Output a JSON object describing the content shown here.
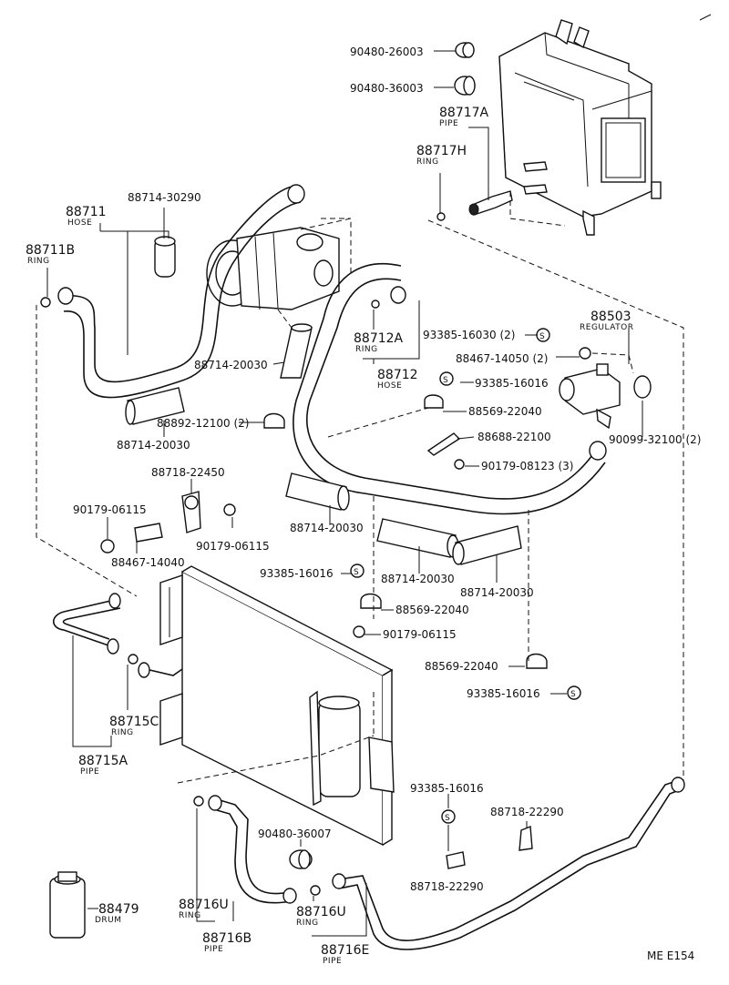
{
  "diagram": {
    "footer_code": "ME  E154",
    "parts": [
      {
        "id": "p90480_26003",
        "number": "90480-26003"
      },
      {
        "id": "p90480_36003",
        "number": "90480-36003"
      },
      {
        "id": "p88717A",
        "number": "88717A",
        "desc": "PIPE"
      },
      {
        "id": "p88717H",
        "number": "88717H",
        "desc": "RING"
      },
      {
        "id": "p88711",
        "number": "88711",
        "desc": "HOSE"
      },
      {
        "id": "p88714_30290",
        "number": "88714-30290"
      },
      {
        "id": "p88711B",
        "number": "88711B",
        "desc": "RING"
      },
      {
        "id": "p88712A",
        "number": "88712A",
        "desc": "RING"
      },
      {
        "id": "p88712",
        "number": "88712",
        "desc": "HOSE"
      },
      {
        "id": "p88714_20030_a",
        "number": "88714-20030"
      },
      {
        "id": "p88714_20030_b",
        "number": "88714-20030"
      },
      {
        "id": "p88892_12100",
        "number": "88892-12100 (2)"
      },
      {
        "id": "p88503",
        "number": "88503",
        "desc": "REGULATOR"
      },
      {
        "id": "p93385_16030",
        "number": "93385-16030 (2)"
      },
      {
        "id": "p88467_14050",
        "number": "88467-14050 (2)"
      },
      {
        "id": "p93385_16016_a",
        "number": "93385-16016"
      },
      {
        "id": "p88569_22040_a",
        "number": "88569-22040"
      },
      {
        "id": "p88688_22100",
        "number": "88688-22100"
      },
      {
        "id": "p90099_32100",
        "number": "90099-32100 (2)"
      },
      {
        "id": "p90179_08123",
        "number": "90179-08123 (3)"
      },
      {
        "id": "p88718_22450",
        "number": "88718-22450"
      },
      {
        "id": "p90179_06115_a",
        "number": "90179-06115"
      },
      {
        "id": "p90179_06115_b",
        "number": "90179-06115"
      },
      {
        "id": "p88467_14040",
        "number": "88467-14040"
      },
      {
        "id": "p88714_20030_c",
        "number": "88714-20030"
      },
      {
        "id": "p93385_16016_b",
        "number": "93385-16016"
      },
      {
        "id": "p88714_20030_d",
        "number": "88714-20030"
      },
      {
        "id": "p88714_20030_e",
        "number": "88714-20030"
      },
      {
        "id": "p88569_22040_b",
        "number": "88569-22040"
      },
      {
        "id": "p90179_06115_c",
        "number": "90179-06115"
      },
      {
        "id": "p88569_22040_c",
        "number": "88569-22040"
      },
      {
        "id": "p93385_16016_c",
        "number": "93385-16016"
      },
      {
        "id": "p88715C",
        "number": "88715C",
        "desc": "RING"
      },
      {
        "id": "p88715A",
        "number": "88715A",
        "desc": "PIPE"
      },
      {
        "id": "p93385_16016_d",
        "number": "93385-16016"
      },
      {
        "id": "p88718_22290_a",
        "number": "88718-22290"
      },
      {
        "id": "p88718_22290_b",
        "number": "88718-22290"
      },
      {
        "id": "p90480_36007",
        "number": "90480-36007"
      },
      {
        "id": "p88479",
        "number": "88479",
        "desc": "DRUM"
      },
      {
        "id": "p88716U_a",
        "number": "88716U",
        "desc": "RING"
      },
      {
        "id": "p88716B",
        "number": "88716B",
        "desc": "PIPE"
      },
      {
        "id": "p88716U_b",
        "number": "88716U",
        "desc": "RING"
      },
      {
        "id": "p88716E",
        "number": "88716E",
        "desc": "PIPE"
      }
    ]
  }
}
